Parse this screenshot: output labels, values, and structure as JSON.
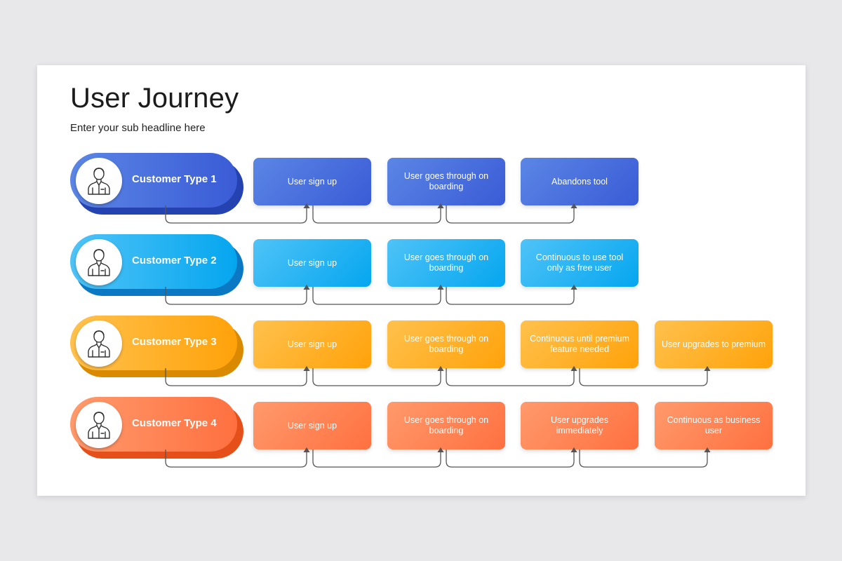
{
  "title": "User Journey",
  "subtitle": "Enter your sub headline here",
  "rows": [
    {
      "label": "Customer Type 1",
      "colors": {
        "from": "#5b86e5",
        "to": "#3a5bd6",
        "shadow": "#2443b0"
      },
      "steps": [
        "User sign up",
        "User goes through on boarding",
        "Abandons tool"
      ]
    },
    {
      "label": "Customer Type 2",
      "colors": {
        "from": "#4fc3f7",
        "to": "#05a6ef",
        "shadow": "#0a78c2"
      },
      "steps": [
        "User sign up",
        "User goes through on boarding",
        "Continuous to use tool only as free user"
      ]
    },
    {
      "label": "Customer Type 3",
      "colors": {
        "from": "#ffc14d",
        "to": "#ffa20a",
        "shadow": "#d98a00"
      },
      "steps": [
        "User sign up",
        "User goes through on boarding",
        "Continuous until premium feature needed",
        "User upgrades to premium"
      ]
    },
    {
      "label": "Customer Type 4",
      "colors": {
        "from": "#ff9a6c",
        "to": "#ff7040",
        "shadow": "#e5501a"
      },
      "steps": [
        "User sign up",
        "User goes through on boarding",
        "User upgrades immediately",
        "Continuous as business user"
      ]
    }
  ]
}
